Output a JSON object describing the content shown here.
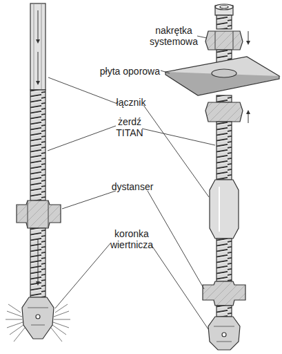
{
  "diagram": {
    "labels": [
      "nakrętka systemowa",
      "płyta oporowa",
      "łącznik",
      "żerdź TITAN",
      "dystanser",
      "koronka wiertnicza"
    ]
  }
}
